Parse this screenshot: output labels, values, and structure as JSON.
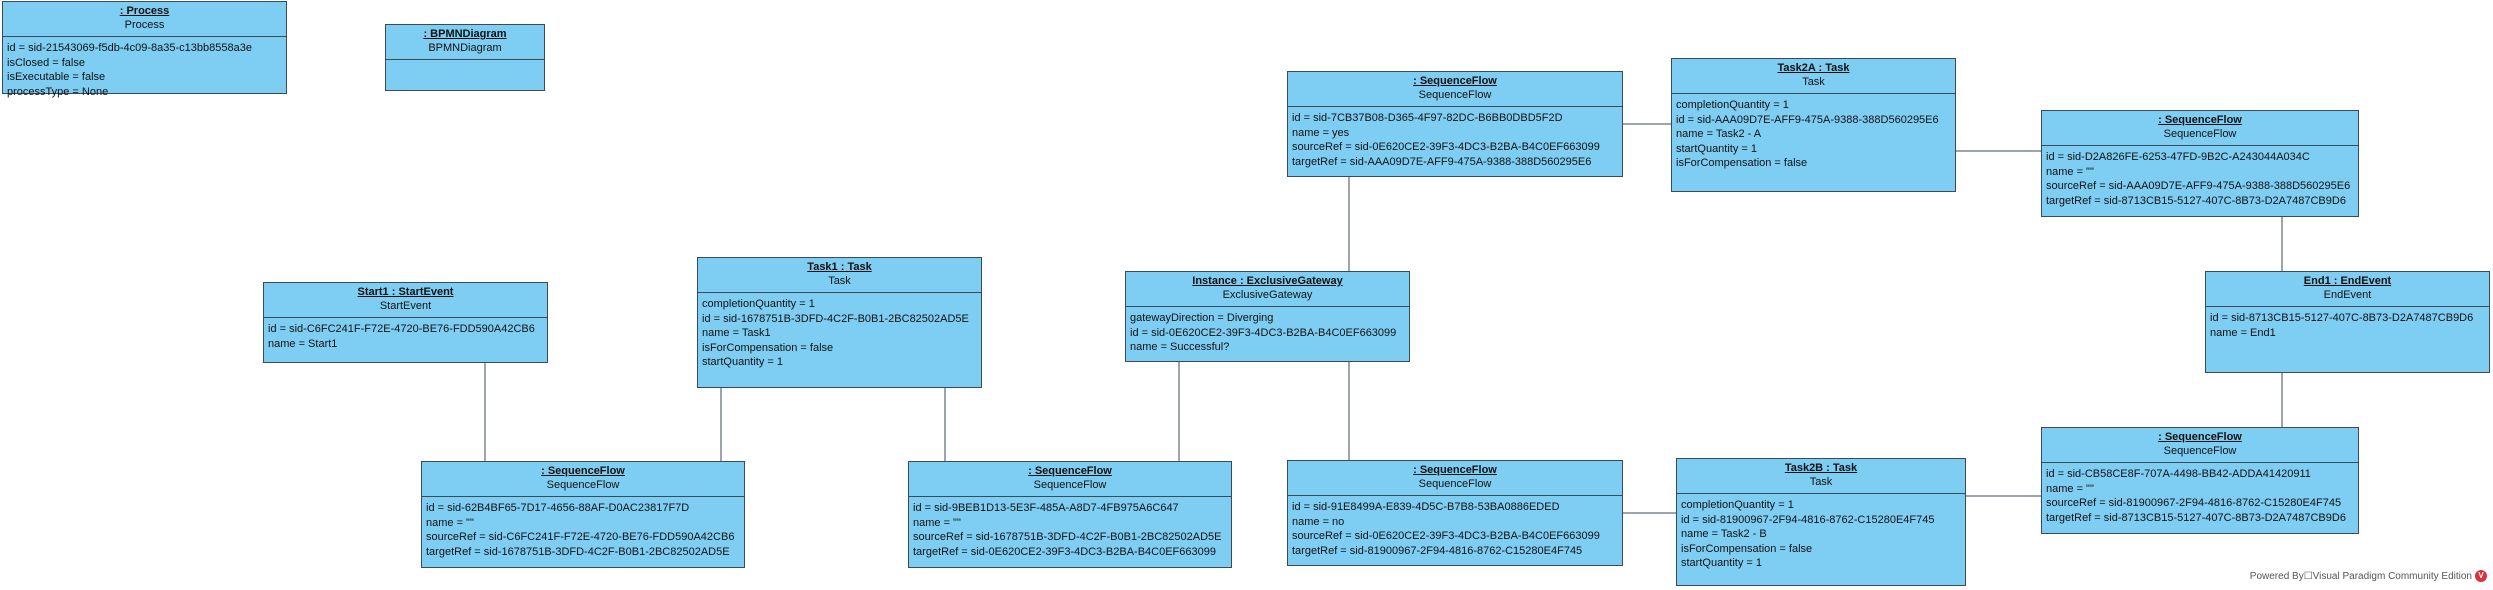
{
  "objects": [
    {
      "id": "process",
      "title": ": Process",
      "type": "Process",
      "attrs": [
        "id = sid-21543069-f5db-4c09-8a35-c13bb8558a3e",
        "isClosed = false",
        "isExecutable = false",
        "processType = None"
      ]
    },
    {
      "id": "bpmndiagram",
      "title": ": BPMNDiagram",
      "type": "BPMNDiagram",
      "attrs": []
    },
    {
      "id": "start1",
      "title": "Start1 : StartEvent",
      "type": "StartEvent",
      "attrs": [
        "id = sid-C6FC241F-F72E-4720-BE76-FDD590A42CB6",
        "name = Start1"
      ]
    },
    {
      "id": "task1",
      "title": "Task1 : Task",
      "type": "Task",
      "attrs": [
        "completionQuantity = 1",
        "id = sid-1678751B-3DFD-4C2F-B0B1-2BC82502AD5E",
        "name = Task1",
        "isForCompensation = false",
        "startQuantity = 1"
      ]
    },
    {
      "id": "gateway",
      "title": "Instance : ExclusiveGateway",
      "type": "ExclusiveGateway",
      "attrs": [
        "gatewayDirection = Diverging",
        "id = sid-0E620CE2-39F3-4DC3-B2BA-B4C0EF663099",
        "name = Successful?"
      ]
    },
    {
      "id": "sf_yes",
      "title": ": SequenceFlow",
      "type": "SequenceFlow",
      "attrs": [
        "id = sid-7CB37B08-D365-4F97-82DC-B6BB0DBD5F2D",
        "name = yes",
        "sourceRef = sid-0E620CE2-39F3-4DC3-B2BA-B4C0EF663099",
        "targetRef = sid-AAA09D7E-AFF9-475A-9388-388D560295E6"
      ]
    },
    {
      "id": "task2a",
      "title": "Task2A : Task",
      "type": "Task",
      "attrs": [
        "completionQuantity = 1",
        "id = sid-AAA09D7E-AFF9-475A-9388-388D560295E6",
        "name = Task2 - A",
        "startQuantity = 1",
        "isForCompensation = false"
      ]
    },
    {
      "id": "sf_2a_end",
      "title": ": SequenceFlow",
      "type": "SequenceFlow",
      "attrs": [
        "id = sid-D2A826FE-6253-47FD-9B2C-A243044A034C",
        "name = \"\"",
        "sourceRef = sid-AAA09D7E-AFF9-475A-9388-388D560295E6",
        "targetRef = sid-8713CB15-5127-407C-8B73-D2A7487CB9D6"
      ]
    },
    {
      "id": "end1",
      "title": "End1 : EndEvent",
      "type": "EndEvent",
      "attrs": [
        "id = sid-8713CB15-5127-407C-8B73-D2A7487CB9D6",
        "name = End1"
      ]
    },
    {
      "id": "sf_start_task1",
      "title": ": SequenceFlow",
      "type": "SequenceFlow",
      "attrs": [
        "id = sid-62B4BF65-7D17-4656-88AF-D0AC23817F7D",
        "name = \"\"",
        "sourceRef = sid-C6FC241F-F72E-4720-BE76-FDD590A42CB6",
        "targetRef = sid-1678751B-3DFD-4C2F-B0B1-2BC82502AD5E"
      ]
    },
    {
      "id": "sf_task1_gw",
      "title": ": SequenceFlow",
      "type": "SequenceFlow",
      "attrs": [
        "id = sid-9BEB1D13-5E3F-485A-A8D7-4FB975A6C647",
        "name = \"\"",
        "sourceRef = sid-1678751B-3DFD-4C2F-B0B1-2BC82502AD5E",
        "targetRef = sid-0E620CE2-39F3-4DC3-B2BA-B4C0EF663099"
      ]
    },
    {
      "id": "sf_no",
      "title": ": SequenceFlow",
      "type": "SequenceFlow",
      "attrs": [
        "id = sid-91E8499A-E839-4D5C-B7B8-53BA0886EDED",
        "name = no",
        "sourceRef = sid-0E620CE2-39F3-4DC3-B2BA-B4C0EF663099",
        "targetRef = sid-81900967-2F94-4816-8762-C15280E4F745"
      ]
    },
    {
      "id": "task2b",
      "title": "Task2B : Task",
      "type": "Task",
      "attrs": [
        "completionQuantity = 1",
        "id = sid-81900967-2F94-4816-8762-C15280E4F745",
        "name = Task2 - B",
        "isForCompensation = false",
        "startQuantity = 1"
      ]
    },
    {
      "id": "sf_2b_end",
      "title": ": SequenceFlow",
      "type": "SequenceFlow",
      "attrs": [
        "id = sid-CB58CE8F-707A-4498-BB42-ADDA41420911",
        "name = \"\"",
        "sourceRef = sid-81900967-2F94-4816-8762-C15280E4F745",
        "targetRef = sid-8713CB15-5127-407C-8B73-D2A7487CB9D6"
      ]
    }
  ],
  "links": [
    [
      "start1",
      "sf_start_task1"
    ],
    [
      "task1",
      "sf_start_task1"
    ],
    [
      "task1",
      "sf_task1_gw"
    ],
    [
      "gateway",
      "sf_task1_gw"
    ],
    [
      "gateway",
      "sf_yes"
    ],
    [
      "gateway",
      "sf_no"
    ],
    [
      "sf_yes",
      "task2a"
    ],
    [
      "task2a",
      "sf_2a_end"
    ],
    [
      "sf_2a_end",
      "end1"
    ],
    [
      "sf_no",
      "task2b"
    ],
    [
      "task2b",
      "sf_2b_end"
    ],
    [
      "sf_2b_end",
      "end1"
    ]
  ],
  "footer": {
    "text": "Powered By☐Visual Paradigm Community Edition",
    "logo": "visual-paradigm-logo-icon"
  }
}
